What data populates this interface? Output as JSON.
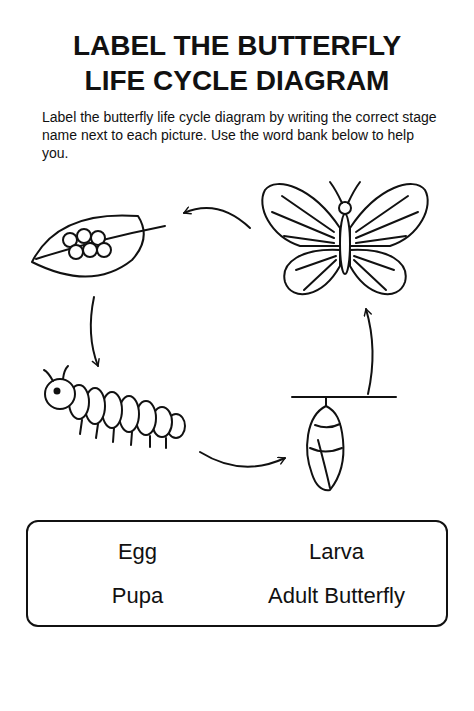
{
  "diagram": {
    "title": "LABEL THE BUTTERFLY LIFE CYCLE DIAGRAM",
    "nodes": [
      {
        "text": [
          "Egg",
          "Larva",
          "Pupa",
          "Adult Butterfly"
        ]
      }
    ],
    "labels": [
      "Label the butterfly life cycle diagram by writing the correct stage name next to each picture. Use the word bank below to help you."
    ]
  }
}
